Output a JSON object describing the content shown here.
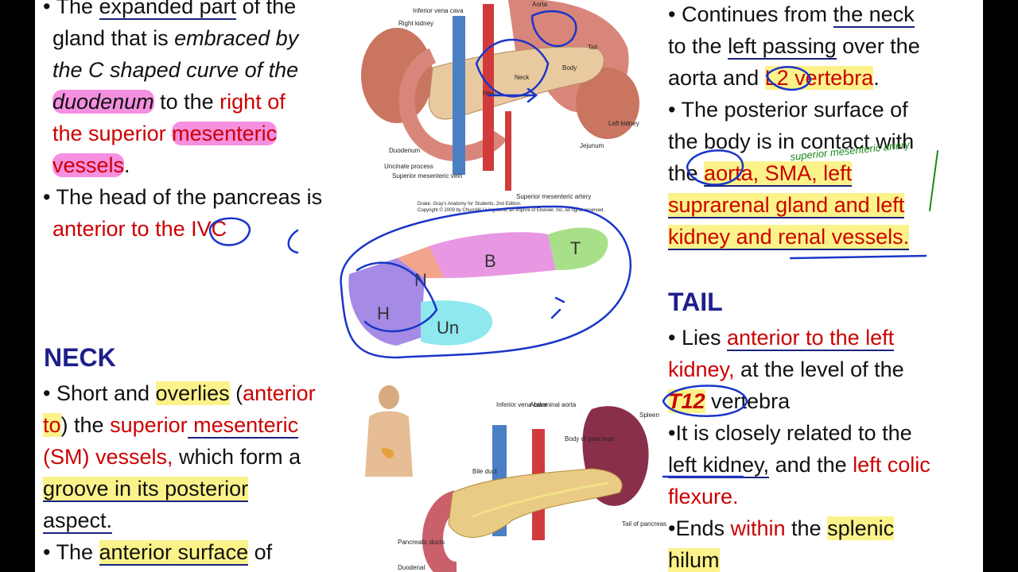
{
  "left_top": {
    "line1_a": "• The ",
    "line1_b": "expanded part",
    "line1_c": " of the",
    "line2_a": "gland that is ",
    "line2_b": "embraced by",
    "line3": "the C shaped curve of the",
    "line4_a": "duodenum",
    "line4_b": " to the ",
    "line4_c": "right of",
    "line5_a": "the superior ",
    "line5_b": "mesenteric",
    "line6_a": "vessels",
    "line6_b": ".",
    "line7": "• The head of the pancreas is",
    "line8_a": "anterior to the ",
    "line8_b": "IVC"
  },
  "neck": {
    "heading": "NECK",
    "l1_a": "• Short and ",
    "l1_b": "overlies",
    "l1_c": " (",
    "l1_d": "anterior",
    "l2_a": "to",
    "l2_b": ") the ",
    "l2_c": "superior",
    "l2_d": " mesenteric",
    "l3_a": "(SM) vessels,",
    "l3_b": " which form a",
    "l4": "groove in its posterior",
    "l5": "aspect.",
    "l6_a": "• The ",
    "l6_b": "anterior surface",
    "l6_c": " of"
  },
  "body_section": {
    "l1_a": "• Continues from ",
    "l1_b": "the neck",
    "l2_a": "to the ",
    "l2_b": "left passing",
    "l2_c": " over the",
    "l3_a": "aorta and ",
    "l3_b": "L2 vertebra",
    "l3_c": ".",
    "l4": "• The posterior surface of",
    "l5": "the body is in contact with",
    "l6_a": "the ",
    "l6_b": "aorta, SMA, left",
    "l7": "suprarenal gland and left",
    "l8": "kidney and renal vessels.",
    "handwritten_note": "superior mesenteric artery"
  },
  "tail": {
    "heading": "TAIL",
    "l1_a": "• Lies ",
    "l1_b": "anterior to the left",
    "l2_a": "kidney,",
    "l2_b": " at the level of the",
    "l3_a": "T12",
    "l3_b": " vertebra",
    "l4": "•It is closely related to the",
    "l5_a": "left kidney,",
    "l5_b": " and the ",
    "l5_c": "left colic",
    "l6": "flexure.",
    "l7_a": "•Ends ",
    "l7_b": "within",
    "l7_c": " the ",
    "l7_d": "splenic",
    "l8": "hilum"
  },
  "figure_top": {
    "labels": [
      "Inferior vena cava",
      "Right kidney",
      "Aorta",
      "Tail",
      "Neck",
      "Body",
      "Head",
      "Left kidney",
      "Duodenum",
      "Jejunum",
      "Uncinate process",
      "Superior mesenteric vein",
      "Superior mesenteric artery"
    ],
    "credit1": "Drake: Gray's Anatomy for Students, 2nd Edition.",
    "credit2": "Copyright © 2009 by Churchill Livingstone, an imprint of Elsevier, Inc. All rights reserved."
  },
  "figure_middle": {
    "regions": [
      "H",
      "N",
      "B",
      "T",
      "Un"
    ],
    "colors": {
      "head": "#a58be6",
      "neck": "#f2a48c",
      "body": "#e898e2",
      "tail": "#a8e08a",
      "uncinate": "#8ee8ee"
    }
  },
  "figure_bottom": {
    "labels": [
      "Inferior vena cava",
      "Abdominal aorta",
      "Body of pancreas",
      "Spleen",
      "Bile duct",
      "Tail of pancreas",
      "Pancreatic ducts",
      "Duodenal"
    ]
  },
  "colors": {
    "heading": "#1e1f8a",
    "red_text": "#cc0000",
    "highlight_yellow": "#fbf38a",
    "highlight_pink": "#f58fe0",
    "ink": "#1a35c8"
  }
}
